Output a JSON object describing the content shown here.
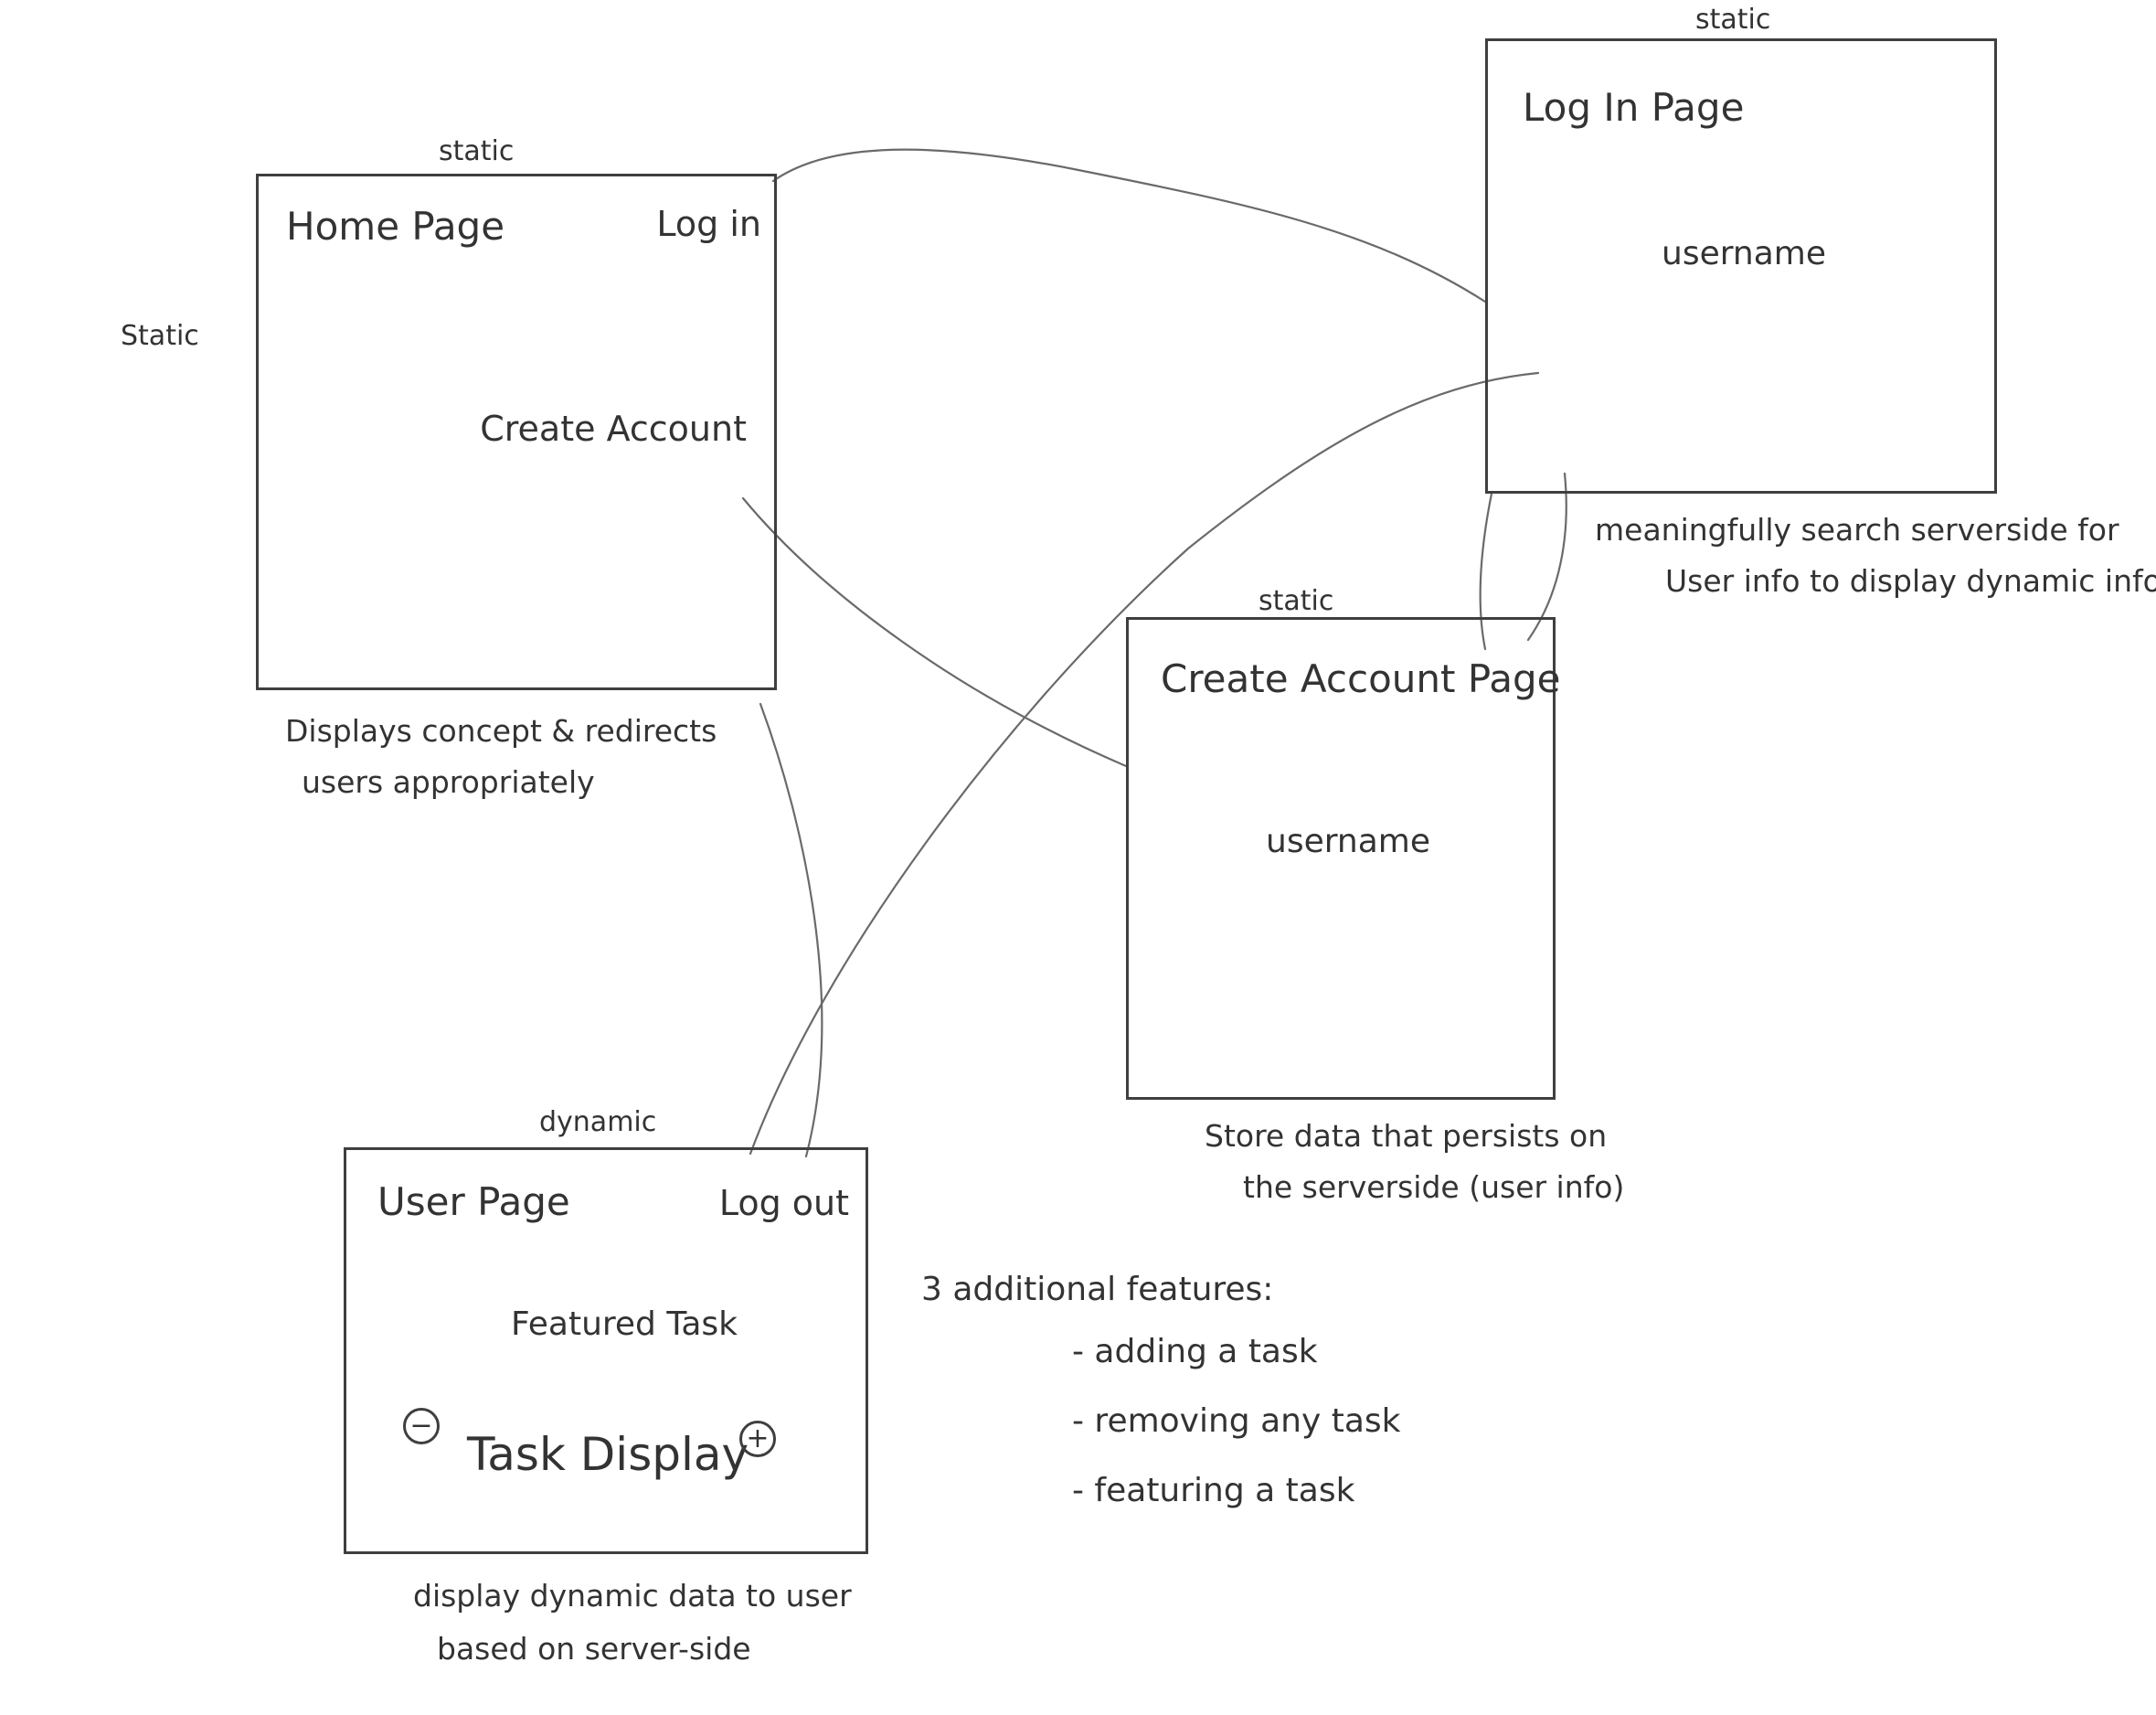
{
  "home": {
    "tag": "static",
    "title": "Home Page",
    "login": "Log in",
    "create_account": "Create Account",
    "note_line1": "Displays concept & redirects",
    "note_line2": "users appropriately"
  },
  "side_tag": "Static",
  "login_page": {
    "tag": "static",
    "title": "Log In Page",
    "username": "username",
    "note_line1": "meaningfully search serverside for",
    "note_line2": "User info to display dynamic info"
  },
  "create_page": {
    "tag": "static",
    "title": "Create Account Page",
    "username": "username",
    "note_line1": "Store data that persists on",
    "note_line2": "the serverside (user info)"
  },
  "user_page": {
    "tag": "dynamic",
    "title": "User Page",
    "logout": "Log out",
    "featured": "Featured Task",
    "display": "Task Display",
    "minus": "−",
    "plus": "+",
    "note_line1": "display dynamic data to user",
    "note_line2": "based on server-side"
  },
  "features": {
    "heading": "3 additional features:",
    "items": [
      "- adding a task",
      "- removing any task",
      "- featuring a task"
    ]
  }
}
